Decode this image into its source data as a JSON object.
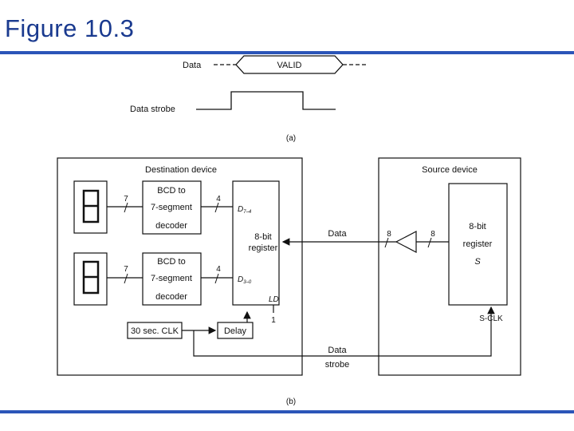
{
  "slide": {
    "title": "Figure 10.3"
  },
  "timing": {
    "data_label": "Data",
    "valid_label": "VALID",
    "strobe_label": "Data strobe",
    "caption": "(a)"
  },
  "diagram": {
    "destination_label": "Destination device",
    "source_label": "Source device",
    "decoder_top": {
      "line1": "BCD to",
      "line2": "7-segment",
      "line3": "decoder",
      "seg_bits": "7",
      "in_bits": "4",
      "signal_main": "D",
      "signal_sub": "7–4"
    },
    "decoder_bottom": {
      "line1": "BCD to",
      "line2": "7-segment",
      "line3": "decoder",
      "seg_bits": "7",
      "in_bits": "4",
      "signal_main": "D",
      "signal_sub": "3–0"
    },
    "dest_register": {
      "line1": "8-bit",
      "line2": "register",
      "ld_label": "LD",
      "ld_value": "1"
    },
    "clock": {
      "label": "30 sec. CLK"
    },
    "delay": {
      "label": "Delay"
    },
    "data_line": {
      "label": "Data",
      "bits_left": "8",
      "bits_right": "8"
    },
    "strobe_line": {
      "line1": "Data",
      "line2": "strobe"
    },
    "source_register": {
      "line1": "8-bit",
      "line2": "register",
      "name": "S"
    },
    "sclk_label": "S-CLK",
    "caption": "(b)"
  }
}
